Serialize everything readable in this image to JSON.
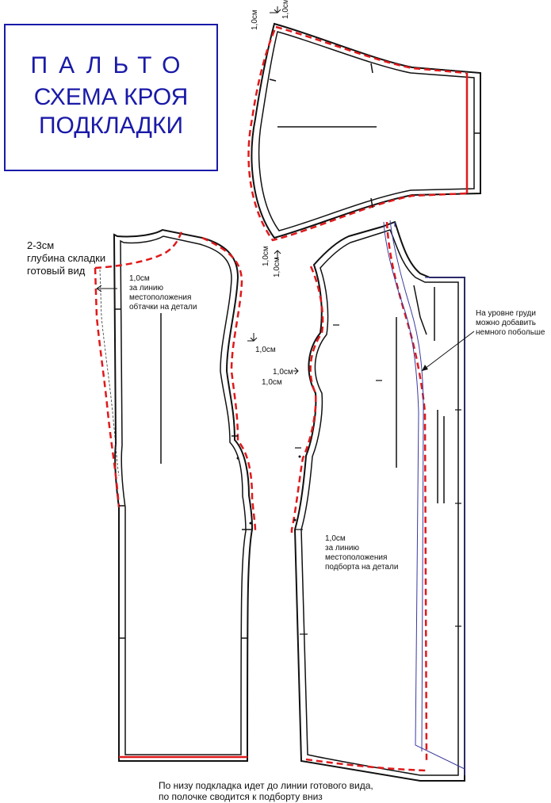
{
  "title": {
    "line1": "ПАЛЬТО",
    "line2": "СХЕМА КРОЯ",
    "line3": "ПОДКЛАДКИ"
  },
  "colors": {
    "outline": "#111111",
    "lining": "#e0191b",
    "title": "#1a1aa8",
    "blue_lines": "#3a3aa0"
  },
  "annotations": {
    "pleat": [
      "2-3см",
      "глубина складки",
      "готовый вид"
    ],
    "back_facing": [
      "1,0см",
      "за линию",
      "местоположения",
      "обтачки на детали"
    ],
    "front_facing": [
      "1,0см",
      "за линию",
      "местоположения",
      "подборта на детали"
    ],
    "chest": [
      "На уровне груди",
      "можно добавить",
      "немного побольше"
    ],
    "bottom_note": [
      "По низу подкладка идет до линии готового вида,",
      "по полочке сводится к подборту вниз"
    ],
    "sleeve_top_a": "1,0см",
    "sleeve_top_b": "1,0см",
    "sleeve_bottom_a": "1,0см",
    "sleeve_bottom_b": "1,0см",
    "armhole_back": "1,0см",
    "armhole_front_a": "1,0см",
    "armhole_front_b": "1,0см"
  }
}
